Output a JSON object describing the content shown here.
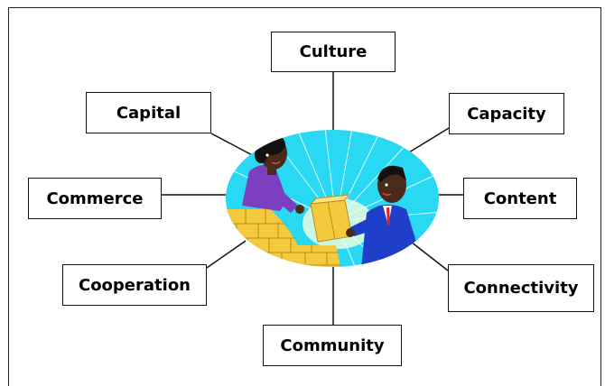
{
  "diagram": {
    "center_image": "handshake-business-clipart",
    "colors": {
      "ellipse": "#29d8f2",
      "wall": "#f4c93b",
      "lines": "#111111"
    },
    "nodes": {
      "culture": "Culture",
      "capital": "Capital",
      "capacity": "Capacity",
      "commerce": "Commerce",
      "content": "Content",
      "cooperation": "Cooperation",
      "connectivity": "Connectivity",
      "community": "Community"
    }
  }
}
